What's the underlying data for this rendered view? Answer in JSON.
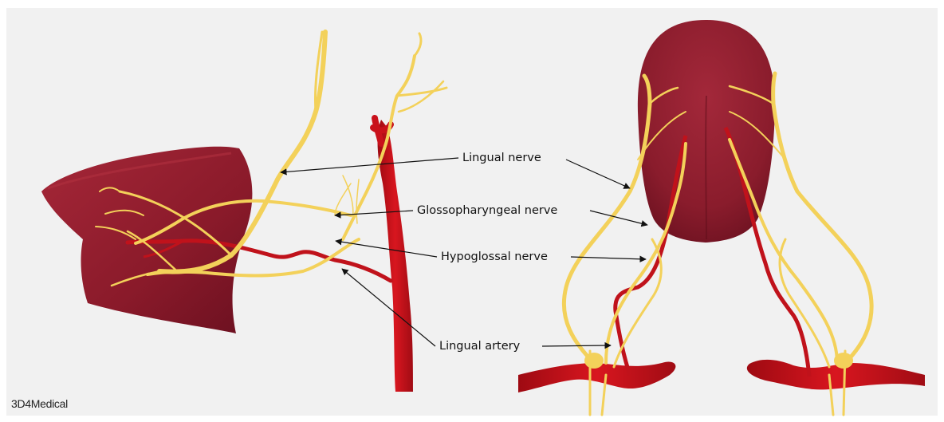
{
  "labels": {
    "lingual_nerve": "Lingual nerve",
    "glossopharyngeal_nerve": "Glossopharyngeal nerve",
    "hypoglossal_nerve": "Hypoglossal nerve",
    "lingual_artery": "Lingual artery"
  },
  "credit": "3D4Medical",
  "colors": {
    "background": "#f1f1f1",
    "tongue": "#8e1a2a",
    "artery": "#c9111b",
    "nerve": "#f3d15a"
  },
  "icons": [
    "arrow-icon"
  ]
}
